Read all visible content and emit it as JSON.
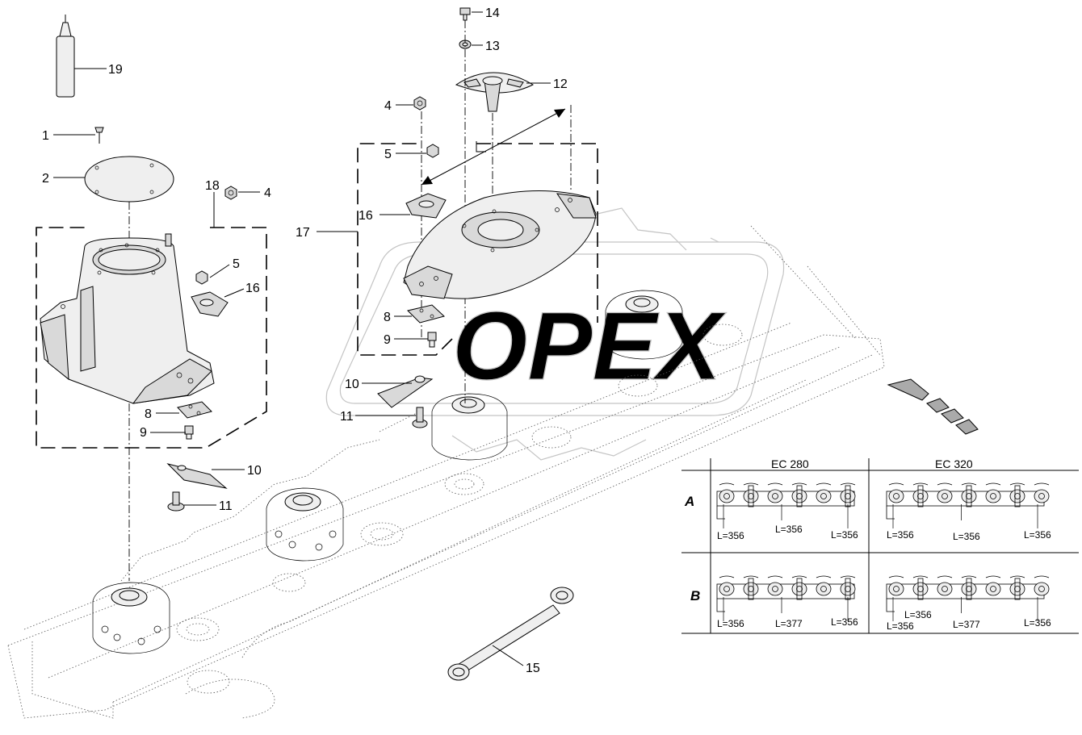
{
  "watermark": {
    "text": "OPEX"
  },
  "callouts": {
    "c1": "1",
    "c2": "2",
    "c4a": "4",
    "c4b": "4",
    "c5a": "5",
    "c5b": "5",
    "c8a": "8",
    "c8b": "8",
    "c9a": "9",
    "c9b": "9",
    "c10a": "10",
    "c10b": "10",
    "c11a": "11",
    "c11b": "11",
    "c12": "12",
    "c13": "13",
    "c14": "14",
    "c15": "15",
    "c16a": "16",
    "c16b": "16",
    "c17": "17",
    "c18": "18",
    "c19": "19"
  },
  "table": {
    "columns": [
      "EC 280",
      "EC 320"
    ],
    "rows": [
      {
        "label": "A",
        "ec280": {
          "left": "L=356",
          "middle": "L=356",
          "right": "L=356"
        },
        "ec320": {
          "left": "L=356",
          "middle": "L=356",
          "right": "L=356"
        }
      },
      {
        "label": "B",
        "ec280": {
          "left": "L=356",
          "middle": "L=377",
          "right": "L=356"
        },
        "ec320": {
          "left": "L=356",
          "left2": "L=356",
          "middle": "L=377",
          "right": "L=356"
        }
      }
    ]
  },
  "colors": {
    "line": "#000000",
    "part_fill": "#d9d9d9",
    "watermark": "#c4c4c4",
    "background": "#ffffff"
  }
}
